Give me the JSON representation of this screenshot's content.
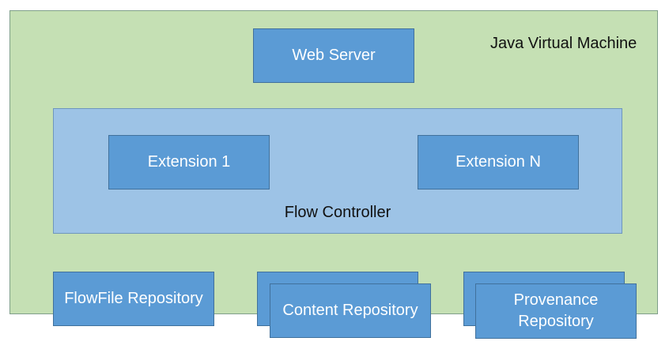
{
  "diagram": {
    "jvm_label": "Java Virtual Machine",
    "web_server_label": "Web Server",
    "flow_controller_label": "Flow Controller",
    "extension_1_label": "Extension 1",
    "extension_n_label": "Extension N",
    "flowfile_repository_label": "FlowFile Repository",
    "content_repository_label": "Content Repository",
    "provenance_repository_label": "Provenance\nRepository"
  },
  "colors": {
    "jvm_background": "#c5e0b4",
    "flow_controller_background": "#9dc3e6",
    "component_blue": "#5b9bd5",
    "component_border": "#41719c"
  }
}
